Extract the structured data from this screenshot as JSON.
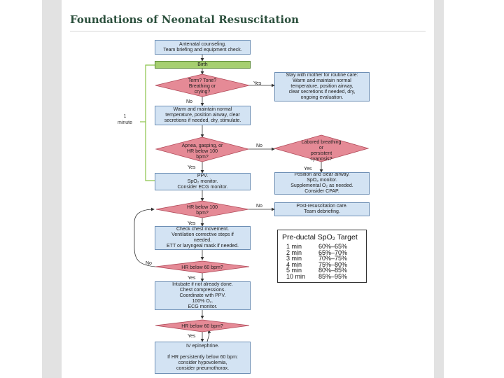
{
  "page": {
    "title": "Foundations of Neonatal Resuscitation"
  },
  "colors": {
    "box_fill": "#d3e3f3",
    "box_border": "#6d8fb5",
    "diamond_fill": "#e58a96",
    "diamond_border": "#b14a59",
    "birth_fill": "#a6cf70",
    "bracket": "#8bc34a",
    "title": "#2b4f3c"
  },
  "bracket": {
    "label": "1\nminute"
  },
  "boxes": {
    "antenatal": "Antenatal counseling.\nTeam briefing and equipment check.",
    "birth": "Birth",
    "routine": "Stay with mother for routine care:\nWarm and maintain normal\ntemperature, position airway,\nclear secretions if needed, dry,\nongoing evaluation.",
    "warm": "Warm and maintain normal\ntemperature, position airway, clear\nsecretions if needed, dry, stimulate.",
    "ppv": "PPV.\nSpO₂ monitor.\nConsider ECG monitor.",
    "position": "Position and clear airway.\nSpO₂ monitor.\nSupplemental O₂ as needed.\nConsider CPAP.",
    "post": "Post-resuscitation care.\nTeam debriefing.",
    "check": "Check chest movement.\nVentilation corrective steps if\nneeded.\nETT or laryngeal mask if needed.",
    "intubate": "Intubate if not already done.\nChest compressions.\nCoordinate with PPV.\n100% O₂.\nECG monitor.",
    "iv": "IV epinephrine.\n\nIf HR persistently below 60 bpm:\nconsider hypovolemia,\nconsider pneumothorax."
  },
  "diamonds": {
    "term": "Term? Tone?\nBreathing or\ncrying?",
    "apnea": "Apnea, gasping, or\nHR below 100\nbpm?",
    "labored": "Labored breathing\nor\npersistent\ncyanosis?",
    "hr100": "HR below 100\nbpm?",
    "hr60a": "HR below 60 bpm?",
    "hr60b": "HR below 60 bpm?"
  },
  "labels": {
    "yes": "Yes",
    "no": "No"
  },
  "target": {
    "heading": "Pre-ductal SpO₂ Target",
    "rows": [
      {
        "time": "1 min",
        "range": "60%–65%"
      },
      {
        "time": "2 min",
        "range": "65%–70%"
      },
      {
        "time": "3 min",
        "range": "70%–75%"
      },
      {
        "time": "4 min",
        "range": "75%–80%"
      },
      {
        "time": "5 min",
        "range": "80%–85%"
      },
      {
        "time": "10 min",
        "range": "85%–95%"
      }
    ]
  }
}
